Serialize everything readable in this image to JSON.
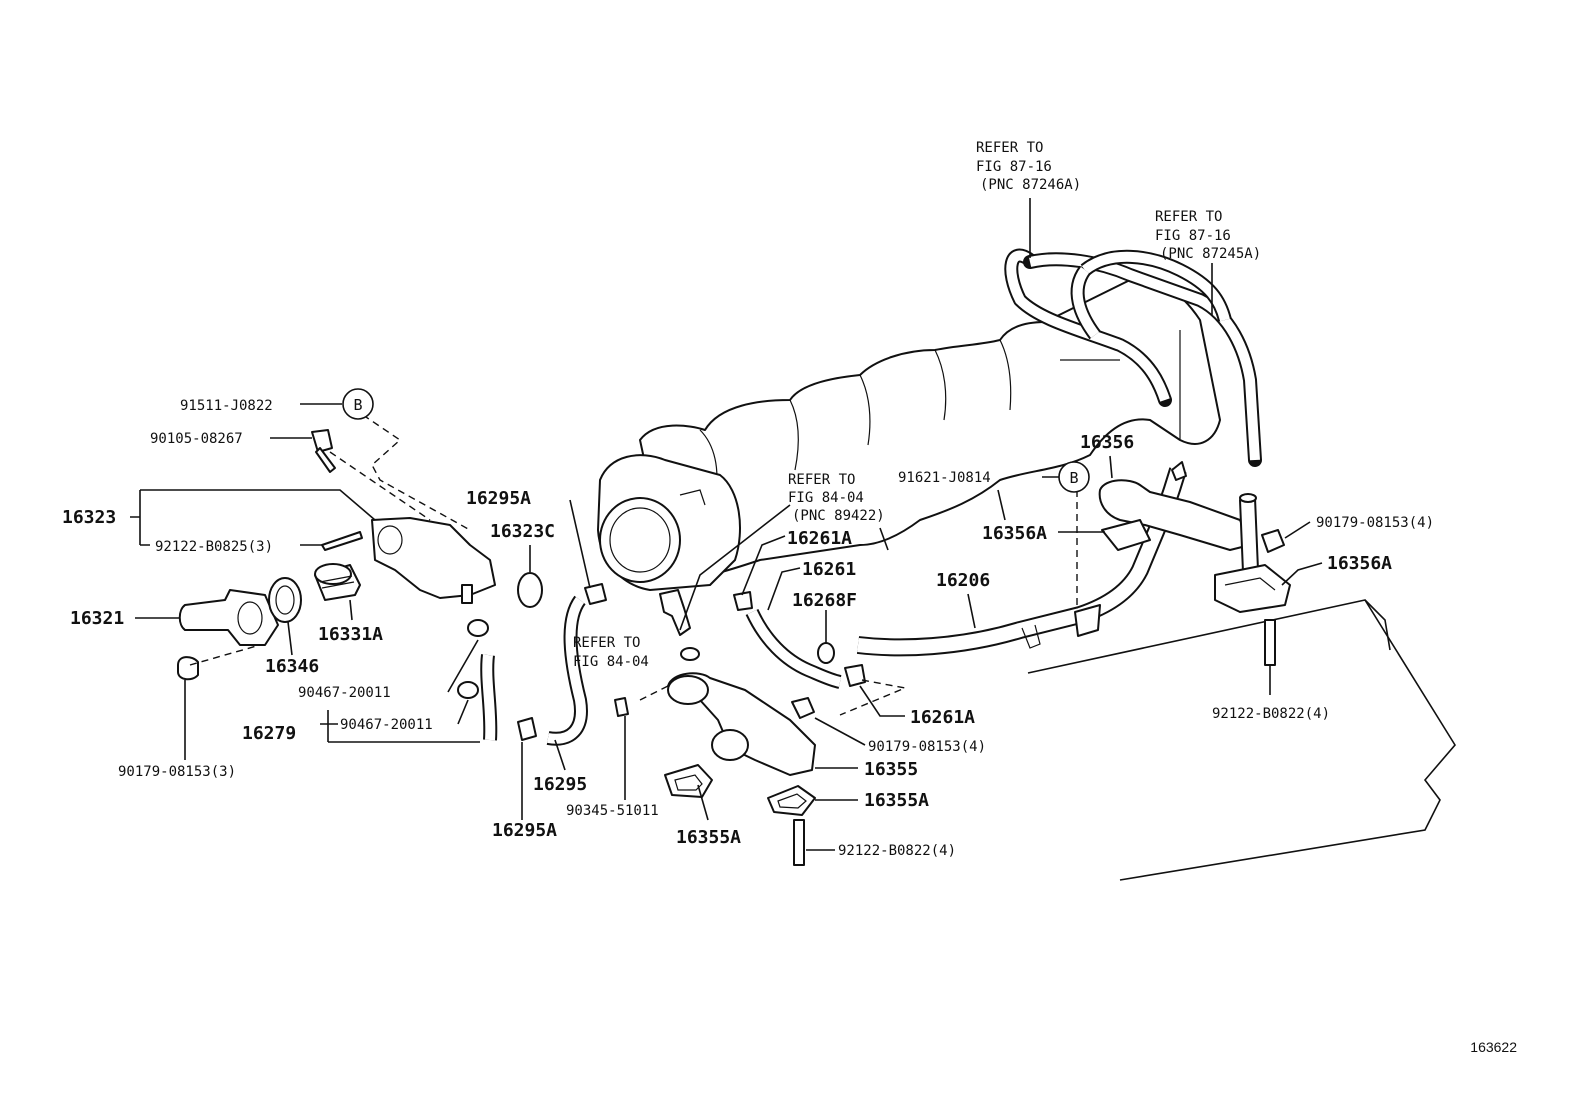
{
  "figure_id": "163622",
  "refs": {
    "fig_87_16_a": [
      "REFER TO",
      "FIG 87-16",
      "(PNC 87246A)"
    ],
    "fig_87_16_b": [
      "REFER TO",
      "FIG 87-16",
      "(PNC 87245A)"
    ],
    "fig_84_04_a": [
      "REFER TO",
      "FIG 84-04",
      "(PNC 89422)"
    ],
    "fig_84_04_b": [
      "REFER TO",
      "FIG 84-04"
    ]
  },
  "callout_letter": "B",
  "labels": {
    "p91511": "91511-J0822",
    "p90105": "90105-08267",
    "p16323": "16323",
    "p92122_b0825": "92122-B0825(3)",
    "p16321": "16321",
    "p16346": "16346",
    "p16331a": "16331A",
    "p16323c": "16323C",
    "p16295a_top": "16295A",
    "p90467_a": "90467-20011",
    "p90467_b": "90467-20011",
    "p16279": "16279",
    "p90179_3": "90179-08153(3)",
    "p16295": "16295",
    "p16295a_bot": "16295A",
    "p90345": "90345-51011",
    "p16355a_left": "16355A",
    "p16261a_top": "16261A",
    "p16261": "16261",
    "p16268f": "16268F",
    "p16261a_bot": "16261A",
    "p90179_4_mid": "90179-08153(4)",
    "p16355": "16355",
    "p16355a_right": "16355A",
    "p92122_b0822_mid": "92122-B0822(4)",
    "p16206": "16206",
    "p91621": "91621-J0814",
    "p16356": "16356",
    "p16356a_left": "16356A",
    "p90179_4_right": "90179-08153(4)",
    "p16356a_right": "16356A",
    "p92122_b0822_right": "92122-B0822(4)"
  }
}
